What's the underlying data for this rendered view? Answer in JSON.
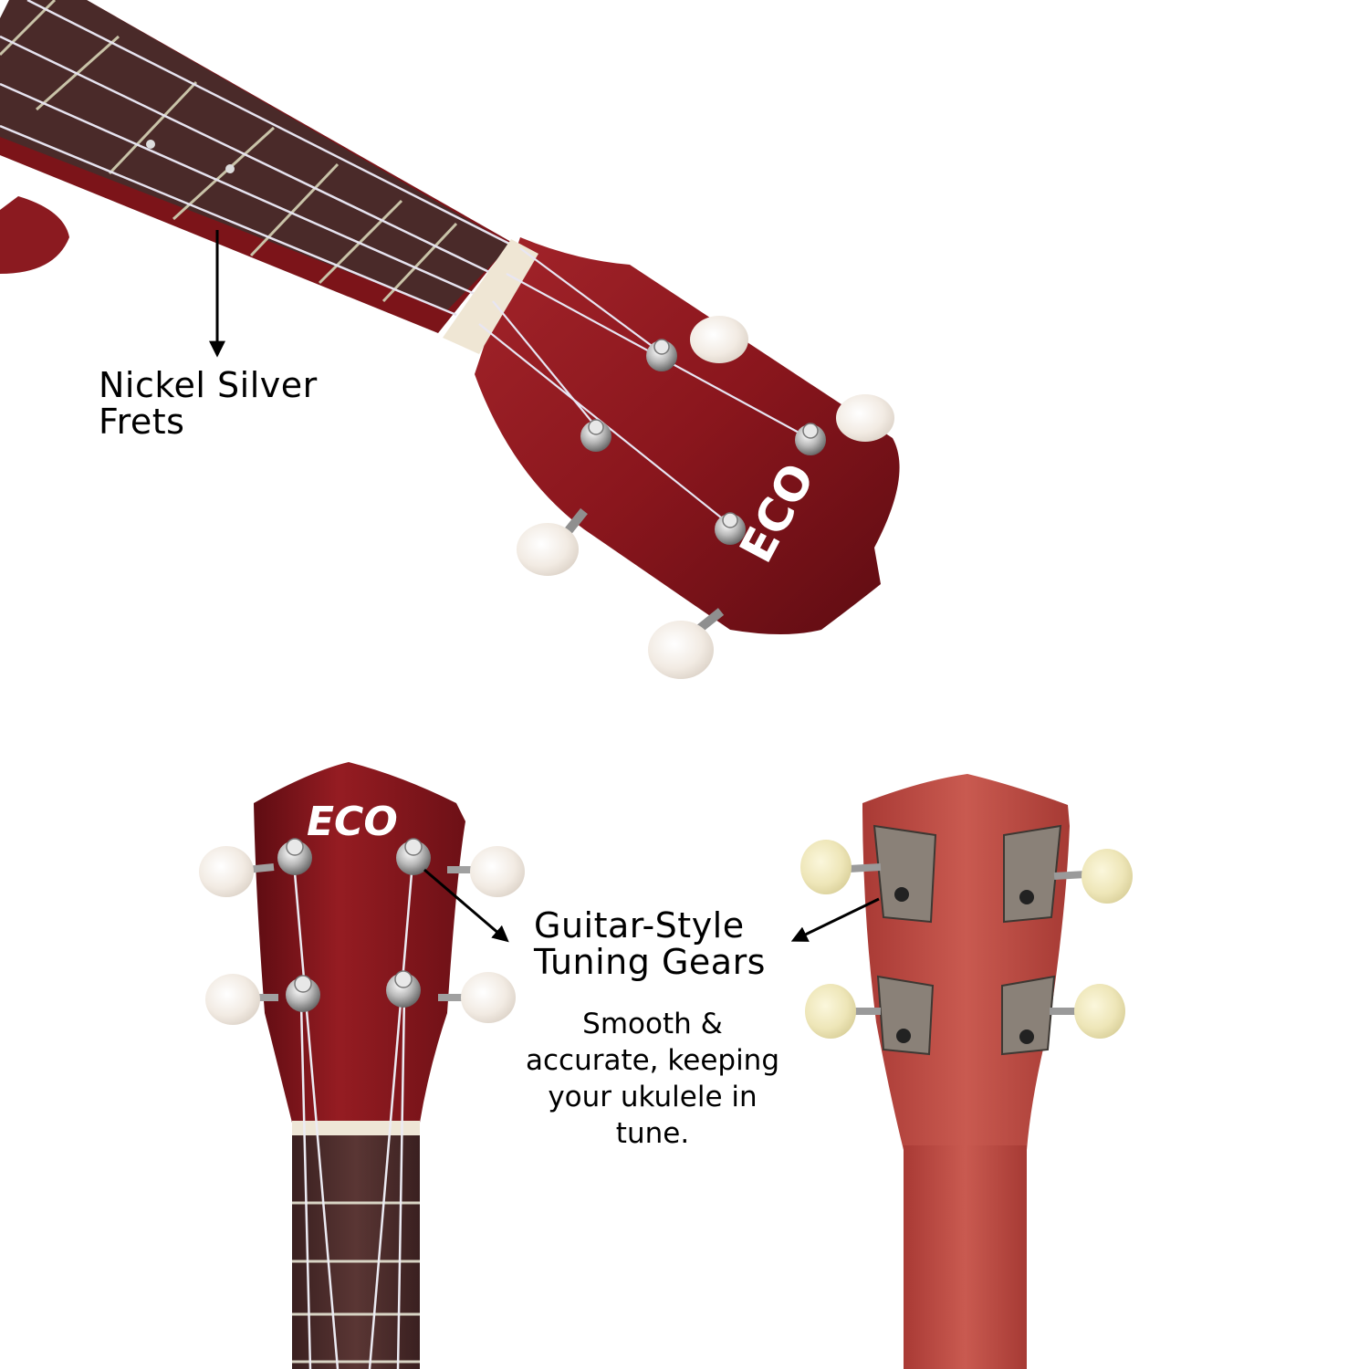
{
  "callouts": {
    "frets": [
      "Nickel Silver",
      "Frets"
    ],
    "gears": [
      "Guitar-Style",
      "Tuning Gears"
    ],
    "description": [
      "Smooth &",
      "accurate, keeping",
      "your ukulele in",
      "tune."
    ]
  },
  "logo": {
    "text": "ECO"
  },
  "colors": {
    "wood_red": "#8e1a1f",
    "wood_red_dark": "#5e0c12",
    "wood_back": "#c65047",
    "fretboard": "#4a2c2a",
    "tuner_button": "#f3ece4",
    "metal": "#b8b8b8",
    "arrow": "#000000"
  }
}
